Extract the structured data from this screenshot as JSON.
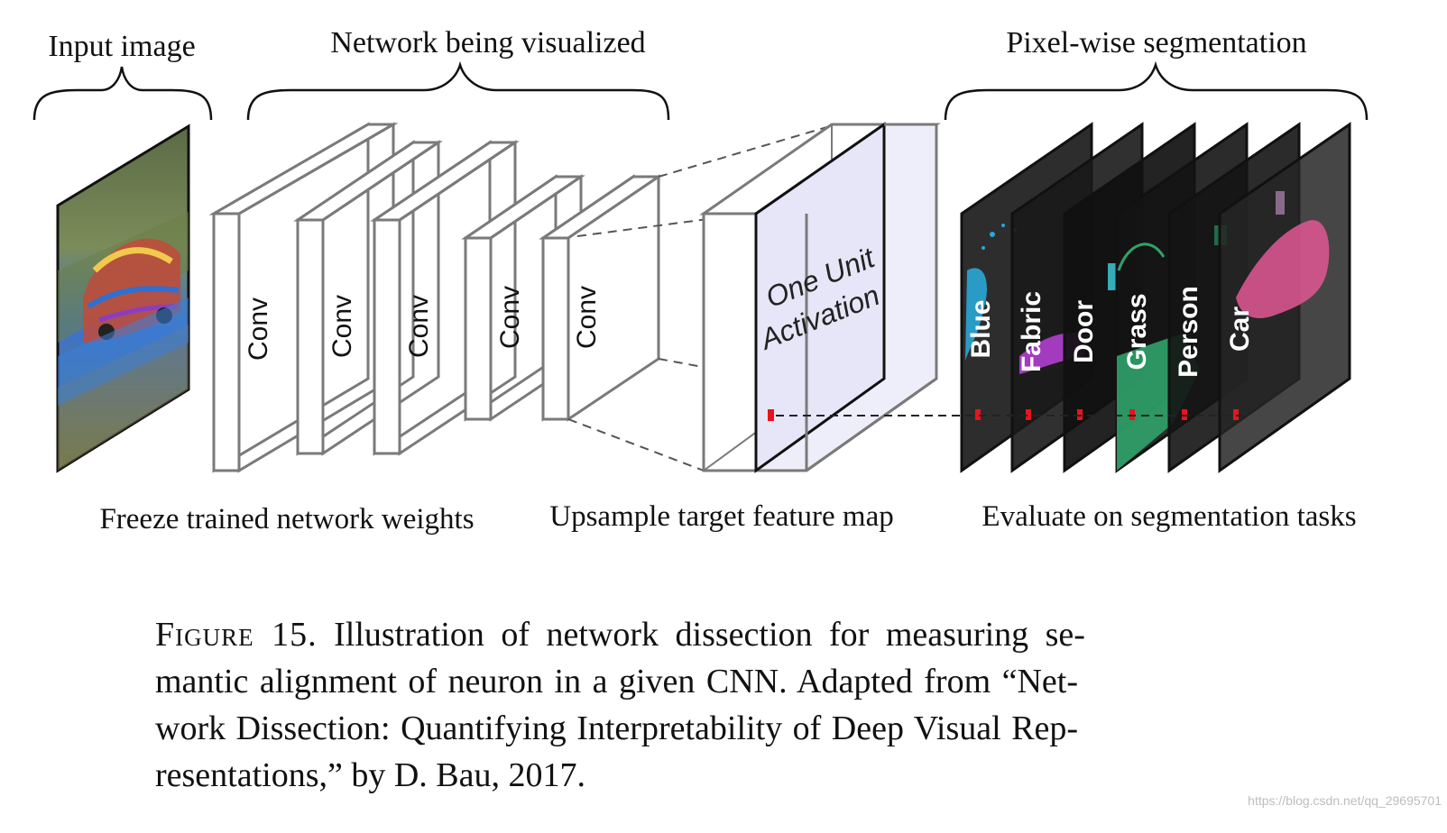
{
  "labels": {
    "input_image": "Input image",
    "network": "Network being visualized",
    "pixel_seg": "Pixel-wise segmentation",
    "freeze": "Freeze trained network weights",
    "upsample": "Upsample target feature map",
    "evaluate": "Evaluate on segmentation tasks",
    "one_unit_line1": "One Unit",
    "one_unit_line2": "Activation"
  },
  "conv_layers": [
    "Conv",
    "Conv",
    "Conv",
    "Conv",
    "Conv"
  ],
  "segmentation_layers": [
    "Blue",
    "Fabric",
    "Door",
    "Grass",
    "Person",
    "Car"
  ],
  "caption": {
    "figure_label": "Figure 15.",
    "line1": "Illustration of network dissection for measuring se-",
    "line2": "mantic alignment of neuron in a given CNN. Adapted from “Net-",
    "line3": "work Dissection: Quantifying Interpretability of Deep Visual Rep-",
    "line4": "resentations,” by D. Bau, 2017."
  },
  "watermark": "https://blog.csdn.net/qq_29695701",
  "colors": {
    "activation_marker": "#e8141c",
    "blue_region": "#2aa7d6",
    "fabric_region": "#b23fd0",
    "grass_region": "#2fa36a",
    "car_region": "#d8558e"
  }
}
